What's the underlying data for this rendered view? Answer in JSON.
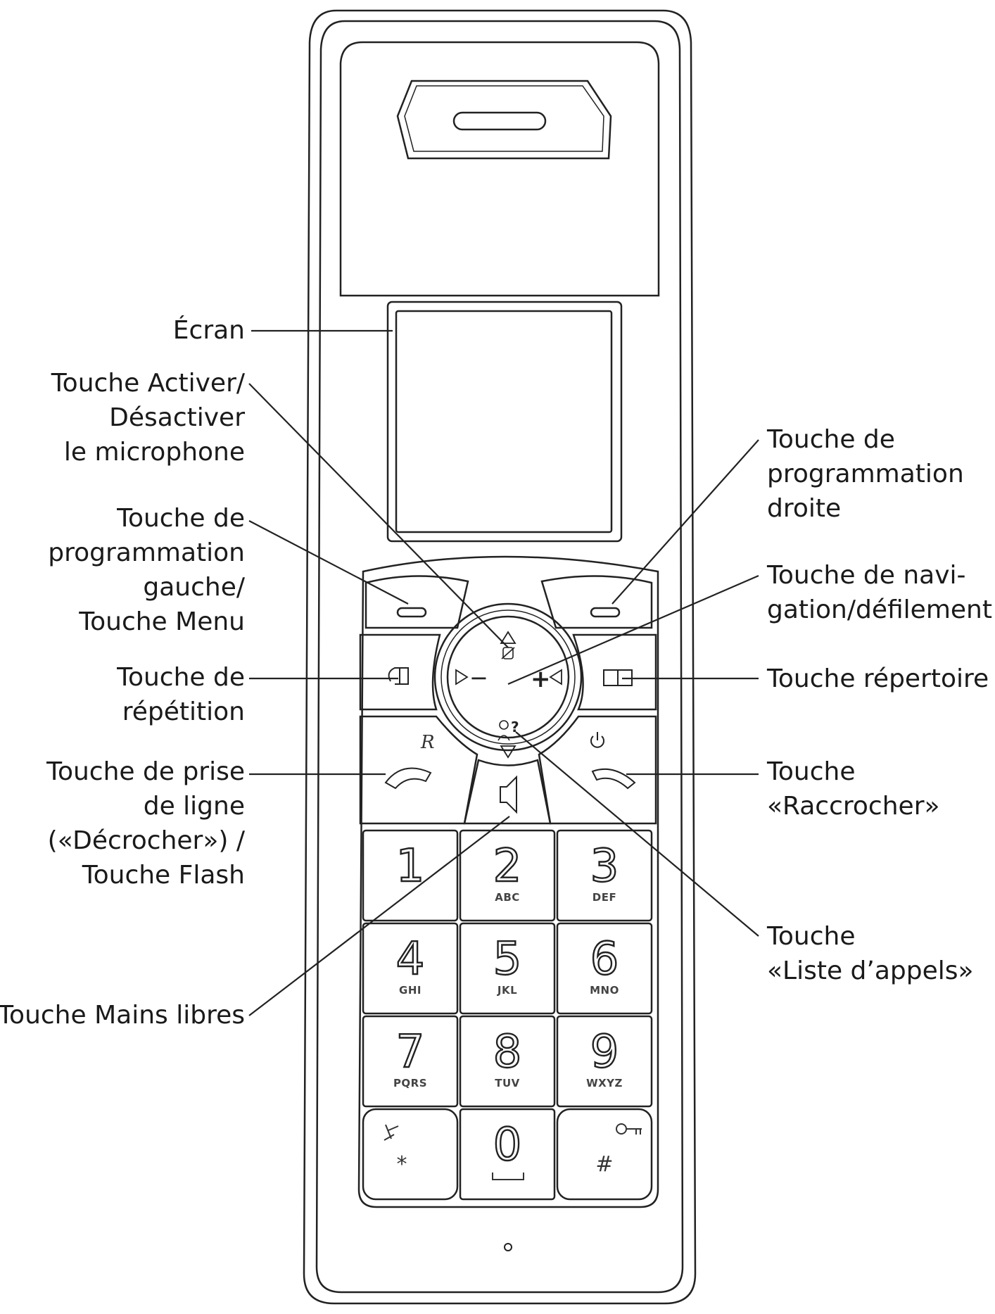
{
  "labels": {
    "ecran": [
      "Écran"
    ],
    "mute": [
      "Touche Activer/",
      "Désactiver",
      "le microphone"
    ],
    "left_soft": [
      "Touche de",
      "programmation",
      "gauche/",
      "Touche Menu"
    ],
    "redial": [
      "Touche de",
      "répétition"
    ],
    "talk": [
      "Touche de prise",
      "de ligne",
      "(«Décrocher») /",
      "Touche Flash"
    ],
    "handsfree": [
      "Touche Mains libres"
    ],
    "right_soft": [
      "Touche de",
      "programmation",
      "droite"
    ],
    "nav": [
      "Touche de navi-",
      "gation/défilement"
    ],
    "phonebook": [
      "Touche répertoire"
    ],
    "hangup": [
      "Touche",
      "«Raccrocher»"
    ],
    "calllist": [
      "Touche",
      "«Liste d’appels»"
    ]
  },
  "keypad": [
    {
      "num": "1",
      "letters": ""
    },
    {
      "num": "2",
      "letters": "ABC"
    },
    {
      "num": "3",
      "letters": "DEF"
    },
    {
      "num": "4",
      "letters": "GHI"
    },
    {
      "num": "5",
      "letters": "JKL"
    },
    {
      "num": "6",
      "letters": "MNO"
    },
    {
      "num": "7",
      "letters": "PQRS"
    },
    {
      "num": "8",
      "letters": "TUV"
    },
    {
      "num": "9",
      "letters": "WXYZ"
    },
    {
      "num": "*",
      "letters": ""
    },
    {
      "num": "0",
      "letters": ""
    },
    {
      "num": "#",
      "letters": ""
    }
  ],
  "key_marks": {
    "r_mark": "R",
    "minus": "−",
    "plus": "+",
    "question": "?"
  },
  "colors": {
    "line": "#222222",
    "background": "#ffffff"
  }
}
